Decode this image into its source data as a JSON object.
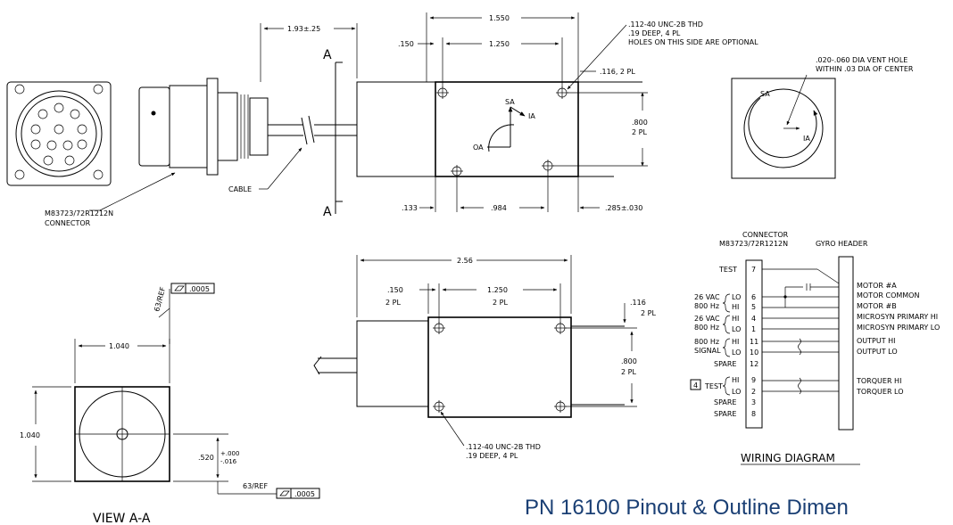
{
  "caption": "PN 16100 Pinout & Outline Dimen",
  "colors": {
    "caption": "#1a3f74",
    "lines": "#000000"
  },
  "top_view": {
    "dim_cable": "1.93±.25",
    "dim_width": "1.550",
    "dim_holes_span": "1.250",
    "dim_edge_left": ".150",
    "dim_edge_right": ".116, 2 PL",
    "dim_height_holes": ".800",
    "dim_height_holes_count": "2 PL",
    "dim_bottom_left": ".133",
    "dim_bottom_span": ".984",
    "dim_bottom_right": ".285±.030",
    "thread_note": [
      ".112-40 UNC-2B THD",
      ".19 DEEP, 4 PL",
      "HOLES ON THIS SIDE ARE OPTIONAL"
    ],
    "axis_sa": "SA",
    "axis_ia": "IA",
    "axis_oa": "OA",
    "section_mark": "A",
    "cable_label": "CABLE",
    "connector_label": [
      "M83723/72R1212N",
      "CONNECTOR"
    ]
  },
  "end_view": {
    "vent_note": [
      ".020-.060 DIA VENT HOLE",
      "WITHIN .03 DIA OF CENTER"
    ],
    "axis_sa": "SA",
    "axis_ia": "IA"
  },
  "view_aa": {
    "flatness": ".0005",
    "finish": "63/REF",
    "dim_width": "1.040",
    "dim_height": "1.040",
    "dim_offset": ".520",
    "tol_plus": "+.000",
    "tol_minus": "-.016",
    "flatness_bottom": ".0005",
    "finish_bottom": "63/REF",
    "title": "VIEW A-A"
  },
  "side_view": {
    "dim_length": "2.56",
    "dim_left": ".150",
    "dim_left_count": "2 PL",
    "dim_span": "1.250",
    "dim_span_count": "2 PL",
    "dim_right": ".116",
    "dim_right_count": "2 PL",
    "dim_height": ".800",
    "dim_height_count": "2 PL",
    "thread_note": [
      ".112-40 UNC-2B THD",
      ".19 DEEP, 4 PL"
    ]
  },
  "wiring": {
    "connector_title": [
      "CONNECTOR",
      "M83723/72R1212N"
    ],
    "header_title": "GYRO HEADER",
    "pins": [
      {
        "pin": "7",
        "left": "TEST",
        "right": ""
      },
      {
        "pin": "6",
        "left": "LO",
        "right": "MOTOR #A"
      },
      {
        "pin": "5",
        "left": "HI",
        "right": "MOTOR COMMON"
      },
      {
        "pin": "4",
        "left": "HI",
        "right": "MOTOR #B"
      },
      {
        "pin": "1",
        "left": "LO",
        "right": "MICROSYN PRIMARY HI"
      },
      {
        "pin": "11",
        "left": "HI",
        "right": "MICROSYN PRIMARY LO"
      },
      {
        "pin": "10",
        "left": "LO",
        "right": "OUTPUT HI"
      },
      {
        "pin": "12",
        "left": "SPARE",
        "right": "OUTPUT LO"
      },
      {
        "pin": "9",
        "left": "HI",
        "right": ""
      },
      {
        "pin": "2",
        "left": "LO",
        "right": "TORQUER HI"
      },
      {
        "pin": "3",
        "left": "SPARE",
        "right": "TORQUER LO"
      },
      {
        "pin": "8",
        "left": "SPARE",
        "right": ""
      }
    ],
    "group_26vac_1": [
      "26 VAC",
      "800 Hz"
    ],
    "group_26vac_2": [
      "26 VAC",
      "800 Hz"
    ],
    "group_signal": [
      "800 Hz",
      "SIGNAL"
    ],
    "test_box": "4",
    "test_label": "TEST",
    "title": "WIRING DIAGRAM"
  }
}
